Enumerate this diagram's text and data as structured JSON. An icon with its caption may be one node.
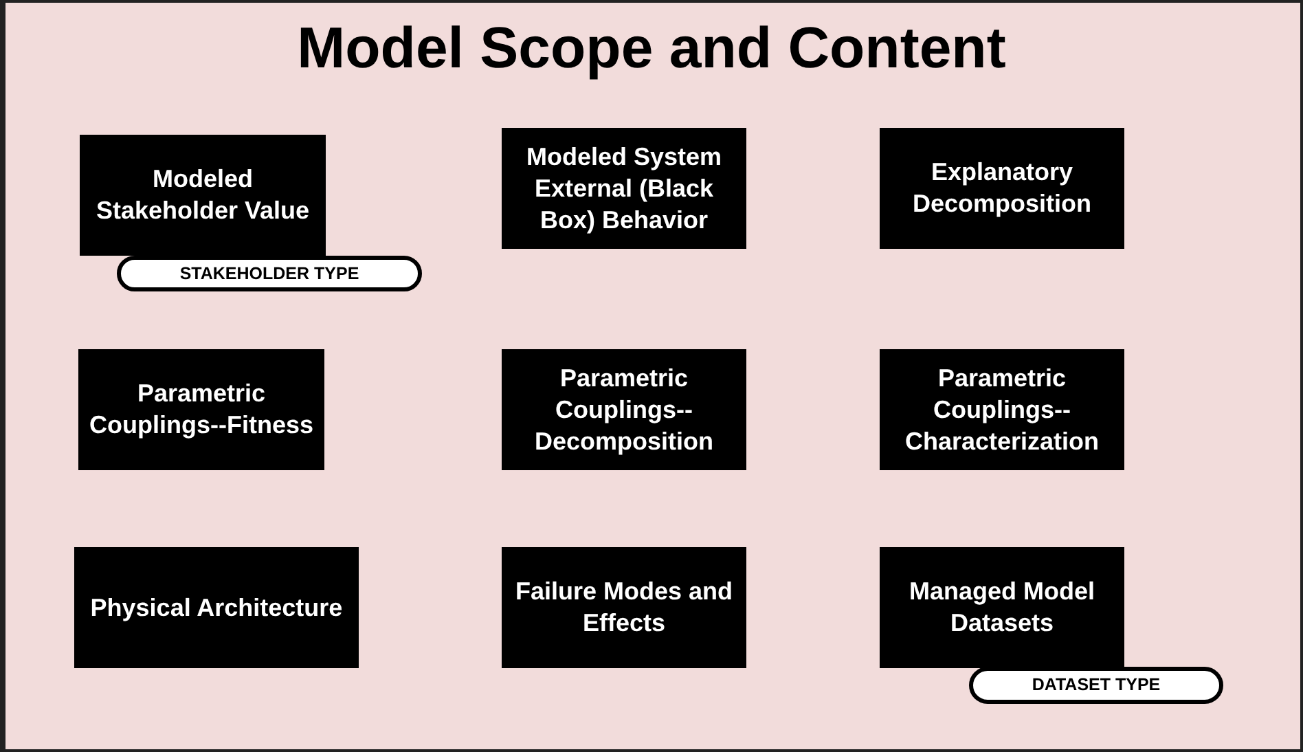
{
  "diagram": {
    "title": "Model Scope and Content",
    "nodes": [
      {
        "text": [
          "Modeled Stakeholder Value"
        ]
      },
      {
        "text": [
          "STAKEHOLDER TYPE"
        ]
      },
      {
        "text": [
          "Modeled System External (Black Box) Behavior"
        ]
      },
      {
        "text": [
          "Explanatory Decomposition"
        ]
      },
      {
        "text": [
          "Parametric Couplings--Fitness"
        ]
      },
      {
        "text": [
          "Parametric Couplings--Decomposition"
        ]
      },
      {
        "text": [
          "Parametric Couplings--Characterization"
        ]
      },
      {
        "text": [
          "Physical Architecture"
        ]
      },
      {
        "text": [
          "Failure Modes and Effects"
        ]
      },
      {
        "text": [
          "Managed Model Datasets"
        ]
      },
      {
        "text": [
          "DATASET TYPE"
        ]
      }
    ],
    "edges": []
  }
}
